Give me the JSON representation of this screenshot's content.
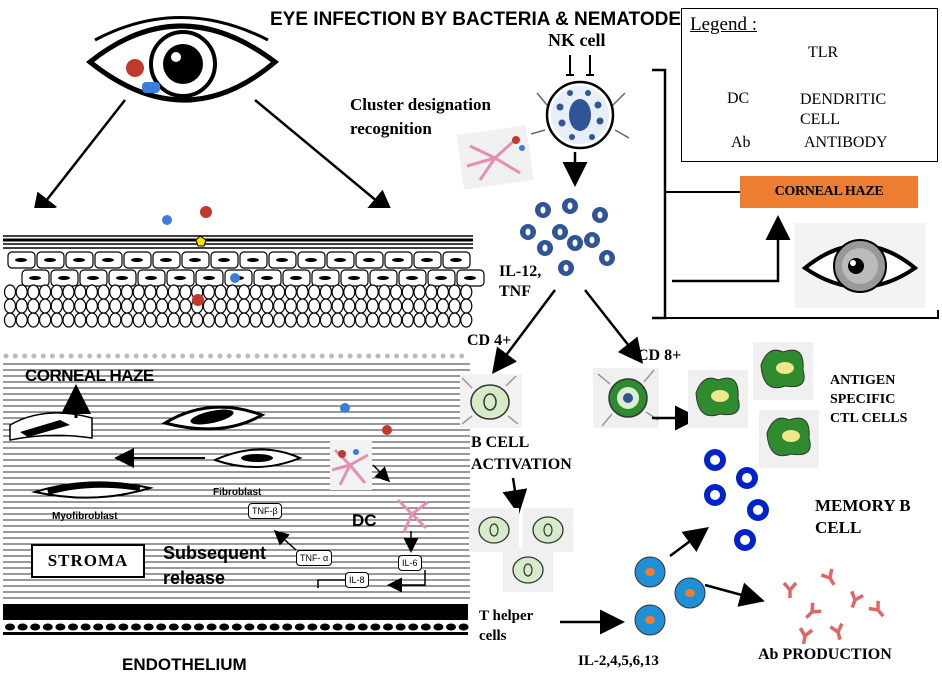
{
  "title": "EYE INFECTION BY BACTERIA & NEMATODE",
  "nk_cell": "NK cell",
  "cluster_designation": "Cluster designation recognition",
  "il12_tnf": "IL-12, TNF",
  "cd4": "CD 4+",
  "cd8": "CD 8+",
  "b_cell_activation": "B CELL ACTIVATION",
  "t_helper_cells": "T helper cells",
  "interleukins": "IL-2,4,5,6,13",
  "antigen_specific": "ANTIGEN SPECIFIC CTL CELLS",
  "memory_b_cell": "MEMORY B CELL",
  "ab_production": "Ab PRODUCTION",
  "corneal_haze_left": "CORNEAL HAZE",
  "stroma": "STROMA",
  "subsequent_release": "Subsequent release",
  "dc": "DC",
  "fibroblast": "Fibroblast",
  "myofibroblast": "Myofibroblast",
  "endothelium": "ENDOTHELIUM",
  "cytokines": {
    "tnf_beta": "TNF-β",
    "tnf_alpha": "TNF- α",
    "il6": "IL-6",
    "il8": "IL-8"
  },
  "legend": {
    "title": "Legend :",
    "tlr": "TLR",
    "dc_abbr": "DC",
    "dc_full": "DENDRITIC CELL",
    "ab_abbr": "Ab",
    "ab_full": "ANTIBODY"
  },
  "corneal_haze_box": "CORNEAL HAZE",
  "colors": {
    "haze_box": "#ED7D31",
    "nk_cell": "#2F5597",
    "ctl_cell": "#2E8B2E",
    "memory_b": "#0022CC",
    "plasma_cell": "#1F8FD6",
    "antibody": "#E06666",
    "bacteria_red": "#C0392B",
    "tlr_yellow": "#F5E400"
  }
}
